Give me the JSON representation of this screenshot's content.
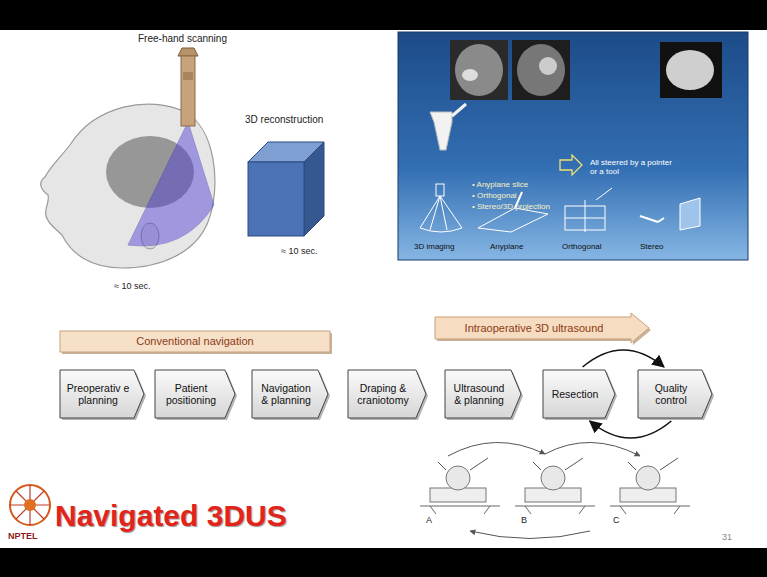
{
  "diagram": {
    "title": "Navigated 3DUS",
    "nodes": [
      {
        "text": [
          "Conventional navigation"
        ]
      },
      {
        "text": [
          "Intraoperative 3D ultrasound"
        ]
      },
      {
        "text": [
          "Preoperativ e planning"
        ]
      },
      {
        "text": [
          "Patient positioning"
        ]
      },
      {
        "text": [
          "Navigation & planning"
        ]
      },
      {
        "text": [
          "Draping & craniotomy"
        ]
      },
      {
        "text": [
          "Ultrasound & planning"
        ]
      },
      {
        "text": [
          "Resection"
        ]
      },
      {
        "text": [
          "Quality control"
        ]
      }
    ],
    "edges": [
      {
        "from": 7,
        "to": 8,
        "arrow": "to"
      },
      {
        "from": 8,
        "to": 7,
        "arrow": "to"
      }
    ],
    "labels": [
      "Free-hand scanning",
      "≈ 10 sec.",
      "3D reconstruction",
      "≈ 10 sec.",
      "• Anyplane slice",
      "• Orthogonal",
      "• Stereo/3D projection",
      "All steered by a pointer or a tool",
      "3D imaging",
      "Anyplane",
      "Orthogonal",
      "Stereo",
      "NPTEL",
      "A",
      "B",
      "C",
      "31"
    ]
  }
}
